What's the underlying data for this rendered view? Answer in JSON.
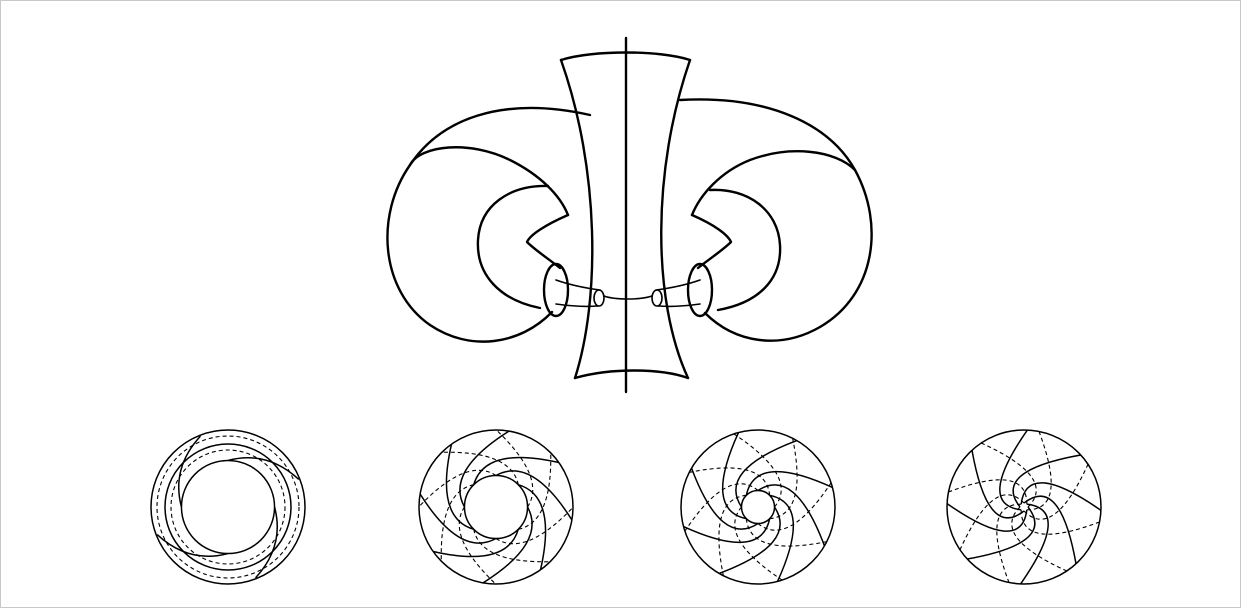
{
  "figure": {
    "main_illustration": "twisted-torus-with-hyperboloid-and-axis",
    "cross_sections": [
      {
        "twist": 0.15
      },
      {
        "twist": 0.45
      },
      {
        "twist": 0.75
      },
      {
        "twist": 1.0
      }
    ],
    "colors": {
      "line": "#000000",
      "background": "#ffffff",
      "frame": "#c8c8c8"
    }
  }
}
